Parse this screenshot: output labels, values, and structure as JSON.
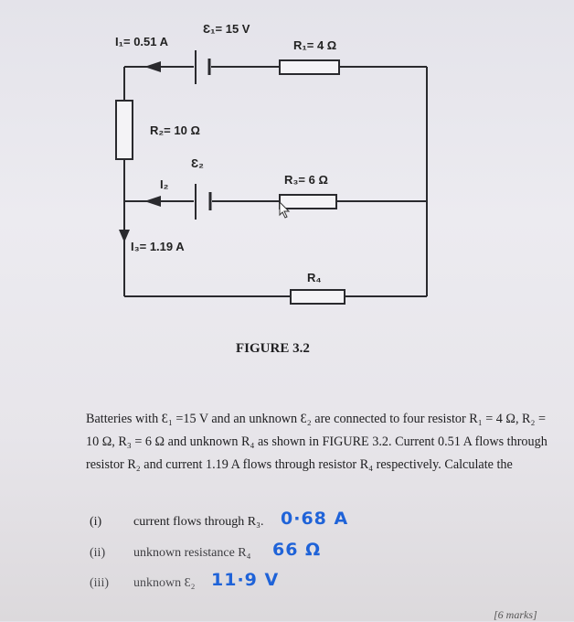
{
  "circuit": {
    "i1": "I₁= 0.51 A",
    "e1": "Ɛ₁= 15 V",
    "r1": "R₁= 4 Ω",
    "r2": "R₂= 10 Ω",
    "e2": "Ɛ₂",
    "i2": "I₂",
    "r3": "R₃= 6 Ω",
    "i3": "I₃= 1.19 A",
    "r4": "R₄"
  },
  "caption": "FIGURE 3.2",
  "problem": {
    "paragraph": "Batteries with Ɛ₁ =15 V and an unknown Ɛ₂ are connected to four resistor R₁ = 4 Ω, R₂ = 10 Ω, R₃ = 6 Ω and unknown R₄ as shown in FIGURE 3.2. Current 0.51 A flows through resistor R₂ and current 1.19 A flows through resistor R₄ respectively. Calculate the",
    "questions": [
      {
        "number": "(i)",
        "text": "current flows through R₃.",
        "answer": "0·68 A"
      },
      {
        "number": "(ii)",
        "text": "unknown resistance R₄",
        "answer": "66 Ω"
      },
      {
        "number": "(iii)",
        "text": "unknown Ɛ₂",
        "answer": "11·9 V"
      }
    ],
    "marks": "[6 marks]"
  }
}
